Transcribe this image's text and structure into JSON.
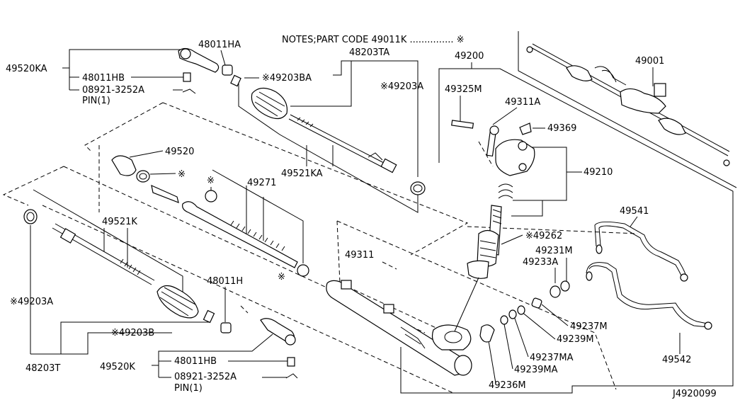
{
  "notes": "NOTES;PART CODE  49011K ............... ※",
  "figure_code": "J4920099",
  "labels": {
    "l49520KA": "49520KA",
    "l48011HA": "48011HA",
    "l48011HB_top": "48011HB",
    "l08921_top": "08921-3252A",
    "lPIN_top": "PIN(1)",
    "l49203BA": "※49203BA",
    "l48203TA": "48203TA",
    "l49203A_top": "※49203A",
    "l49200": "49200",
    "l49001": "49001",
    "l49325M": "49325M",
    "l49311A": "49311A",
    "l49369": "49369",
    "l49210": "49210",
    "l49520": "49520",
    "lstar1": "※",
    "lstar2": "※",
    "l49271": "49271",
    "l49521KA": "49521KA",
    "l49521K": "49521K",
    "l49262": "※49262",
    "l49231M": "49231M",
    "l49233A": "49233A",
    "l49541": "49541",
    "l49311": "49311",
    "lstar3": "※",
    "l49203A_left": "※49203A",
    "l48011H": "48011H",
    "l49203B": "※49203B",
    "l48203T": "48203T",
    "l49520K": "49520K",
    "l48011HB_bot": "48011HB",
    "l08921_bot": "08921-3252A",
    "lPIN_bot": "PIN(1)",
    "l49237M": "49237M",
    "l49239M": "49239M",
    "l49237MA": "49237MA",
    "l49239MA": "49239MA",
    "l49236M": "49236M",
    "l49542": "49542"
  }
}
